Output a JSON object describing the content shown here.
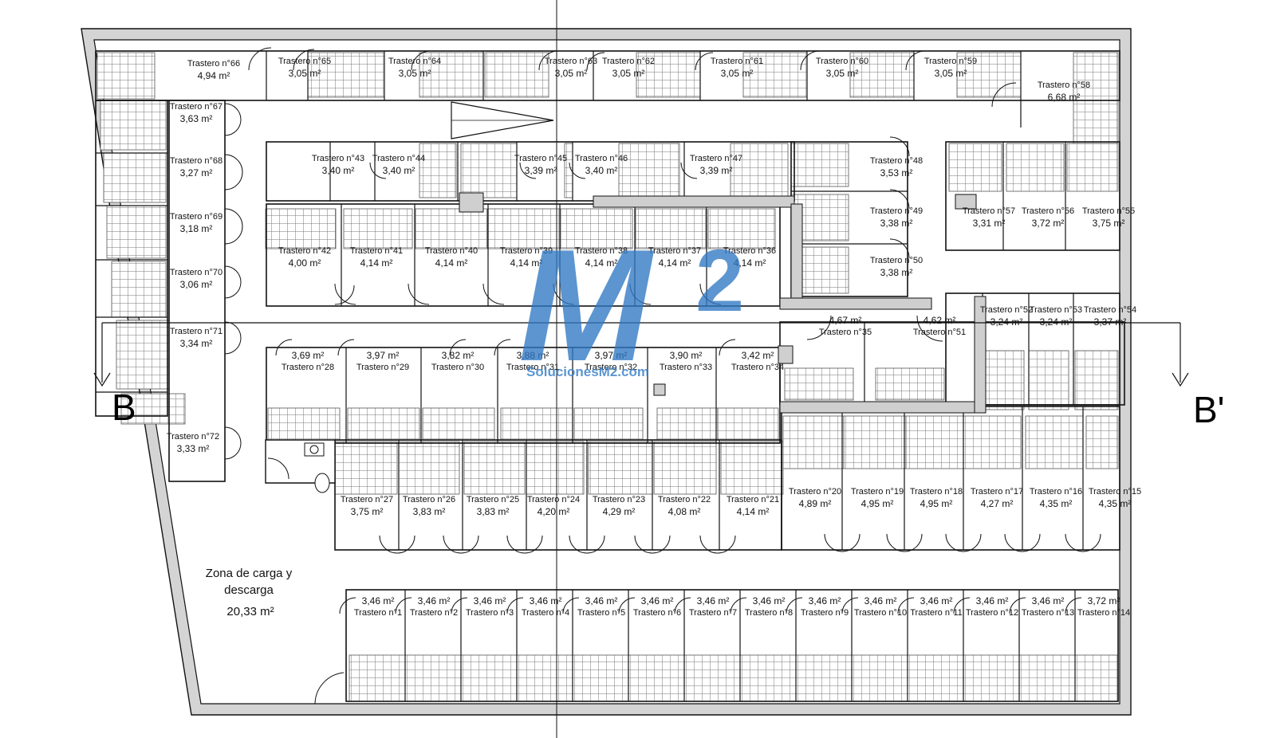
{
  "section_labels": {
    "left": "B",
    "right": "B'"
  },
  "zone": {
    "line1": "Zona de carga y",
    "line2": "descarga",
    "area": "20,33 m²"
  },
  "watermark": {
    "main": "M",
    "exp": "2",
    "url": "SolucionesM2.com"
  },
  "colors": {
    "grid": "#777777",
    "wall": "#cfcfcf",
    "line": "#111111",
    "watermark": "#2f78c4"
  },
  "rooms": [
    {
      "name": "Trastero n°66",
      "area": "4,94 m²"
    },
    {
      "name": "Trastero n°65",
      "area": "3,05 m²"
    },
    {
      "name": "Trastero n°64",
      "area": "3,05 m²"
    },
    {
      "name": "Trastero n°63",
      "area": "3,05 m²"
    },
    {
      "name": "Trastero n°62",
      "area": "3,05 m²"
    },
    {
      "name": "Trastero n°61",
      "area": "3,05 m²"
    },
    {
      "name": "Trastero n°60",
      "area": "3,05 m²"
    },
    {
      "name": "Trastero n°59",
      "area": "3,05 m²"
    },
    {
      "name": "Trastero n°58",
      "area": "6,68 m²"
    },
    {
      "name": "Trastero n°67",
      "area": "3,63 m²"
    },
    {
      "name": "Trastero n°68",
      "area": "3,27 m²"
    },
    {
      "name": "Trastero n°69",
      "area": "3,18 m²"
    },
    {
      "name": "Trastero n°70",
      "area": "3,06 m²"
    },
    {
      "name": "Trastero n°71",
      "area": "3,34 m²"
    },
    {
      "name": "Trastero n°72",
      "area": "3,33 m²"
    },
    {
      "name": "Trastero n°43",
      "area": "3,40 m²"
    },
    {
      "name": "Trastero n°44",
      "area": "3,40 m²"
    },
    {
      "name": "Trastero n°45",
      "area": "3,39 m²"
    },
    {
      "name": "Trastero n°46",
      "area": "3,40 m²"
    },
    {
      "name": "Trastero n°47",
      "area": "3,39 m²"
    },
    {
      "name": "Trastero n°48",
      "area": "3,53 m²"
    },
    {
      "name": "Trastero n°49",
      "area": "3,38 m²"
    },
    {
      "name": "Trastero n°50",
      "area": "3,38 m²"
    },
    {
      "name": "Trastero n°57",
      "area": "3,31 m²"
    },
    {
      "name": "Trastero n°56",
      "area": "3,72 m²"
    },
    {
      "name": "Trastero n°55",
      "area": "3,75 m²"
    },
    {
      "name": "Trastero n°42",
      "area": "4,00 m²"
    },
    {
      "name": "Trastero n°41",
      "area": "4,14 m²"
    },
    {
      "name": "Trastero n°40",
      "area": "4,14 m²"
    },
    {
      "name": "Trastero n°39",
      "area": "4,14 m²"
    },
    {
      "name": "Trastero n°38",
      "area": "4,14 m²"
    },
    {
      "name": "Trastero n°37",
      "area": "4,14 m²"
    },
    {
      "name": "Trastero n°36",
      "area": "4,14 m²"
    },
    {
      "name": "Trastero n°35",
      "area": "4,67 m²"
    },
    {
      "name": "Trastero n°51",
      "area": "4,62 m²"
    },
    {
      "name": "Trastero n°52",
      "area": "3,24 m²"
    },
    {
      "name": "Trastero n°53",
      "area": "3,24 m²"
    },
    {
      "name": "Trastero n°54",
      "area": "3,37 m²"
    },
    {
      "name": "Trastero n°28",
      "area": "3,69 m²"
    },
    {
      "name": "Trastero n°29",
      "area": "3,97 m²"
    },
    {
      "name": "Trastero n°30",
      "area": "3,82 m²"
    },
    {
      "name": "Trastero n°31",
      "area": "3,88 m²"
    },
    {
      "name": "Trastero n°32",
      "area": "3,97 m²"
    },
    {
      "name": "Trastero n°33",
      "area": "3,90 m²"
    },
    {
      "name": "Trastero n°34",
      "area": "3,42 m²"
    },
    {
      "name": "Trastero n°27",
      "area": "3,75 m²"
    },
    {
      "name": "Trastero n°26",
      "area": "3,83 m²"
    },
    {
      "name": "Trastero n°25",
      "area": "3,83 m²"
    },
    {
      "name": "Trastero n°24",
      "area": "4,20 m²"
    },
    {
      "name": "Trastero n°23",
      "area": "4,29 m²"
    },
    {
      "name": "Trastero n°22",
      "area": "4,08 m²"
    },
    {
      "name": "Trastero n°21",
      "area": "4,14 m²"
    },
    {
      "name": "Trastero n°20",
      "area": "4,89 m²"
    },
    {
      "name": "Trastero n°19",
      "area": "4,95 m²"
    },
    {
      "name": "Trastero n°18",
      "area": "4,95 m²"
    },
    {
      "name": "Trastero n°17",
      "area": "4,27 m²"
    },
    {
      "name": "Trastero n°16",
      "area": "4,35 m²"
    },
    {
      "name": "Trastero n°15",
      "area": "4,35 m²"
    },
    {
      "name": "Trastero n°1",
      "area": "3,46 m²"
    },
    {
      "name": "Trastero n°2",
      "area": "3,46 m²"
    },
    {
      "name": "Trastero n°3",
      "area": "3,46 m²"
    },
    {
      "name": "Trastero n°4",
      "area": "3,46 m²"
    },
    {
      "name": "Trastero n°5",
      "area": "3,46 m²"
    },
    {
      "name": "Trastero n°6",
      "area": "3,46 m²"
    },
    {
      "name": "Trastero n°7",
      "area": "3,46 m²"
    },
    {
      "name": "Trastero n°8",
      "area": "3,46 m²"
    },
    {
      "name": "Trastero n°9",
      "area": "3,46 m²"
    },
    {
      "name": "Trastero n°10",
      "area": "3,46 m²"
    },
    {
      "name": "Trastero n°11",
      "area": "3,46 m²"
    },
    {
      "name": "Trastero n°12",
      "area": "3,46 m²"
    },
    {
      "name": "Trastero n°13",
      "area": "3,46 m²"
    },
    {
      "name": "Trastero n°14",
      "area": "3,72 m²"
    }
  ]
}
